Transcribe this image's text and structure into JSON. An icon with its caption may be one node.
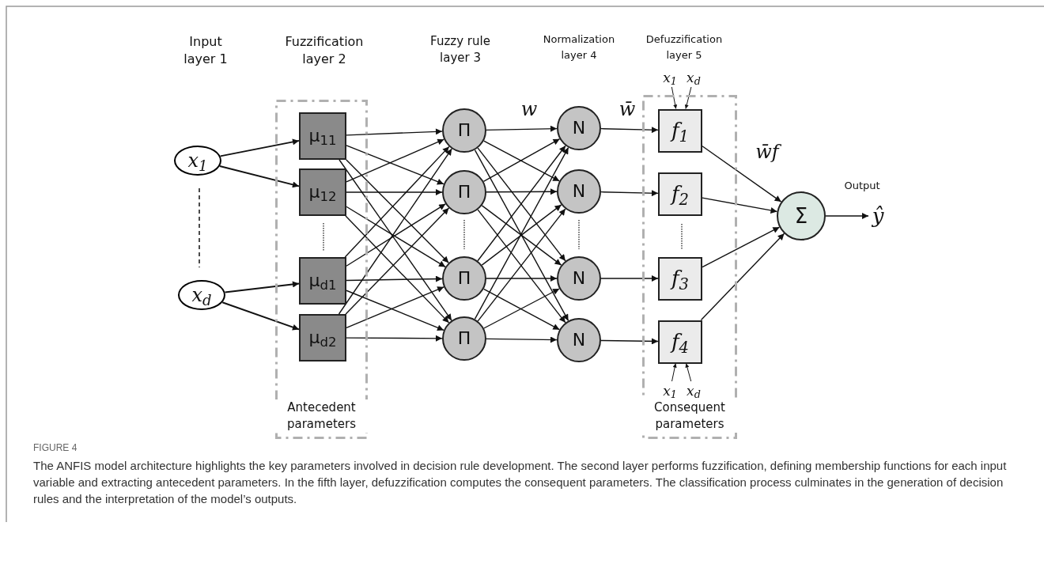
{
  "diagram": {
    "caption": "The ANFIS model architecture highlights the key parameters involved in decision rule development. The second layer performs fuzzification, defining membership functions for each input variable and extracting antecedent parameters. In the fifth layer, defuzzification computes the consequent parameters. The classification process culminates in the generation of decision rules and the interpretation of the model’s outputs.",
    "nodes": [
      {
        "text": [
          "x$_{1}$"
        ]
      },
      {
        "text": [
          "x$_{d}$"
        ]
      },
      {
        "text": [
          "Antecedent parameters"
        ]
      },
      {
        "text": [
          "μ$_{11}$"
        ],
        "in": 2
      },
      {
        "text": [
          "μ$_{12}$"
        ],
        "in": 2
      },
      {
        "text": [
          "μ$_{d1}$"
        ],
        "in": 2
      },
      {
        "text": [
          "μ$_{d2}$"
        ],
        "in": 2
      },
      {
        "text": [
          "Π"
        ]
      },
      {
        "text": [
          "Π"
        ]
      },
      {
        "text": [
          "Π"
        ]
      },
      {
        "text": [
          "Π"
        ]
      },
      {
        "text": [
          "N"
        ]
      },
      {
        "text": [
          "N"
        ]
      },
      {
        "text": [
          "N"
        ]
      },
      {
        "text": [
          "N"
        ]
      },
      {
        "text": [
          "Consequent parameters"
        ]
      },
      {
        "text": [
          "f$_{1}$"
        ],
        "in": 15
      },
      {
        "text": [
          "f$_{2}$"
        ],
        "in": 15
      },
      {
        "text": [
          "f$_{3}$"
        ],
        "in": 15
      },
      {
        "text": [
          "f$_{4}$"
        ],
        "in": 15
      },
      {
        "text": [
          "Σ"
        ]
      },
      {
        "text": [
          "ŷ"
        ]
      },
      {
        "text": [
          "x$_{1}$"
        ]
      },
      {
        "text": [
          "x$_{d}$"
        ]
      },
      {
        "text": [
          "x$_{1}$"
        ],
        "in": 15
      },
      {
        "text": [
          "x$_{d}$"
        ],
        "in": 15
      }
    ],
    "edges": [
      {
        "from": 0,
        "to": 3,
        "arrow": "to"
      },
      {
        "from": 0,
        "to": 4,
        "arrow": "to"
      },
      {
        "from": 1,
        "to": 5,
        "arrow": "to"
      },
      {
        "from": 1,
        "to": 6,
        "arrow": "to"
      },
      {
        "from": 3,
        "to": 7,
        "arrow": "to"
      },
      {
        "from": 3,
        "to": 8,
        "arrow": "to"
      },
      {
        "from": 3,
        "to": 9,
        "arrow": "to"
      },
      {
        "from": 3,
        "to": 10,
        "arrow": "to"
      },
      {
        "from": 4,
        "to": 7,
        "arrow": "to"
      },
      {
        "from": 4,
        "to": 8,
        "arrow": "to"
      },
      {
        "from": 4,
        "to": 9,
        "arrow": "to"
      },
      {
        "from": 4,
        "to": 10,
        "arrow": "to"
      },
      {
        "from": 5,
        "to": 7,
        "arrow": "to"
      },
      {
        "from": 5,
        "to": 8,
        "arrow": "to"
      },
      {
        "from": 5,
        "to": 9,
        "arrow": "to"
      },
      {
        "from": 5,
        "to": 10,
        "arrow": "to"
      },
      {
        "from": 6,
        "to": 7,
        "arrow": "to"
      },
      {
        "from": 6,
        "to": 8,
        "arrow": "to"
      },
      {
        "from": 6,
        "to": 9,
        "arrow": "to"
      },
      {
        "from": 6,
        "to": 10,
        "arrow": "to"
      },
      {
        "from": 7,
        "to": 11,
        "arrow": "to"
      },
      {
        "from": 7,
        "to": 12,
        "arrow": "to"
      },
      {
        "from": 7,
        "to": 13,
        "arrow": "to"
      },
      {
        "from": 7,
        "to": 14,
        "arrow": "to"
      },
      {
        "from": 8,
        "to": 11,
        "arrow": "to"
      },
      {
        "from": 8,
        "to": 12,
        "arrow": "to"
      },
      {
        "from": 8,
        "to": 13,
        "arrow": "to"
      },
      {
        "from": 8,
        "to": 14,
        "arrow": "to"
      },
      {
        "from": 9,
        "to": 11,
        "arrow": "to"
      },
      {
        "from": 9,
        "to": 12,
        "arrow": "to"
      },
      {
        "from": 9,
        "to": 13,
        "arrow": "to"
      },
      {
        "from": 9,
        "to": 14,
        "arrow": "to"
      },
      {
        "from": 10,
        "to": 11,
        "arrow": "to"
      },
      {
        "from": 10,
        "to": 12,
        "arrow": "to"
      },
      {
        "from": 10,
        "to": 13,
        "arrow": "to"
      },
      {
        "from": 10,
        "to": 14,
        "arrow": "to"
      },
      {
        "from": 11,
        "to": 16,
        "arrow": "to"
      },
      {
        "from": 12,
        "to": 17,
        "arrow": "to"
      },
      {
        "from": 13,
        "to": 18,
        "arrow": "to"
      },
      {
        "from": 14,
        "to": 19,
        "arrow": "to"
      },
      {
        "from": 16,
        "to": 20,
        "arrow": "to"
      },
      {
        "from": 17,
        "to": 20,
        "arrow": "to"
      },
      {
        "from": 18,
        "to": 20,
        "arrow": "to"
      },
      {
        "from": 19,
        "to": 20,
        "arrow": "to"
      },
      {
        "from": 20,
        "to": 21,
        "arrow": "to"
      },
      {
        "from": 22,
        "to": 16,
        "arrow": "to"
      },
      {
        "from": 23,
        "to": 16,
        "arrow": "to"
      },
      {
        "from": 24,
        "to": 19,
        "arrow": "to"
      },
      {
        "from": 25,
        "to": 19,
        "arrow": "to"
      }
    ],
    "labels": [
      "Input layer 1",
      "Fuzzification layer 2",
      "Fuzzy rule layer 3",
      "Normalization layer 4",
      "Defuzzification layer 5",
      "w",
      "w̄",
      "w̄f",
      "Output",
      "FIGURE 4"
    ]
  }
}
